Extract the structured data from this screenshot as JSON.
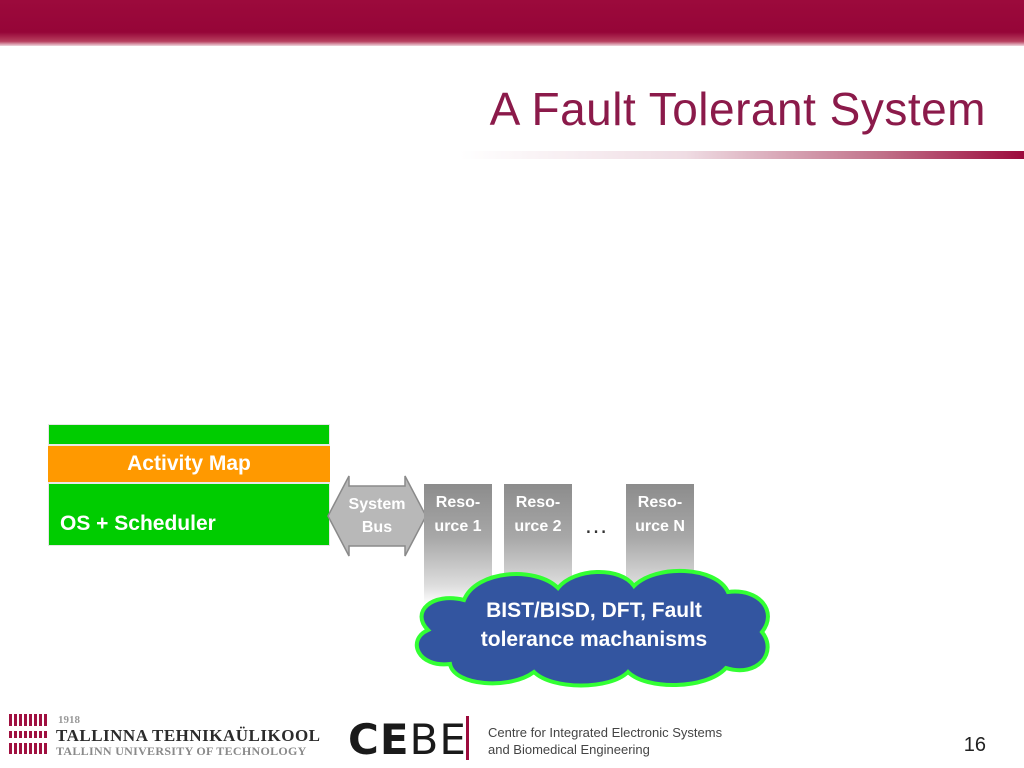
{
  "slide": {
    "title": "A Fault Tolerant System",
    "page_number": "16"
  },
  "diagram": {
    "activity_map_label": "Activity Map",
    "os_label": "OS + Scheduler",
    "bus": {
      "line1": "System",
      "line2": "Bus"
    },
    "resources": [
      {
        "line1": "Reso-",
        "line2": "urce 1"
      },
      {
        "line1": "Reso-",
        "line2": "urce 2"
      },
      {
        "line1": "Reso-",
        "line2": "urce N"
      }
    ],
    "ellipsis": "…",
    "cloud": {
      "line1": "BIST/BISD, DFT, Fault",
      "line2": "tolerance machanisms"
    }
  },
  "footer": {
    "ttu": {
      "year": "1918",
      "name_et": "TALLINNA TEHNIKAÜLIKOOL",
      "name_en": "TALLINN UNIVERSITY OF TECHNOLOGY"
    },
    "cebe": {
      "logo_part1": "CE",
      "logo_part2": "BE",
      "line1": "Centre for Integrated Electronic Systems",
      "line2": "and Biomedical Engineering"
    }
  },
  "colors": {
    "brand_maroon": "#9c0a3c",
    "title_color": "#8b1a4a",
    "green": "#00cc00",
    "orange": "#ff9900",
    "cloud_fill": "#3355a0",
    "cloud_outline": "#33ff33",
    "bus_fill": "#b8b8b8"
  }
}
